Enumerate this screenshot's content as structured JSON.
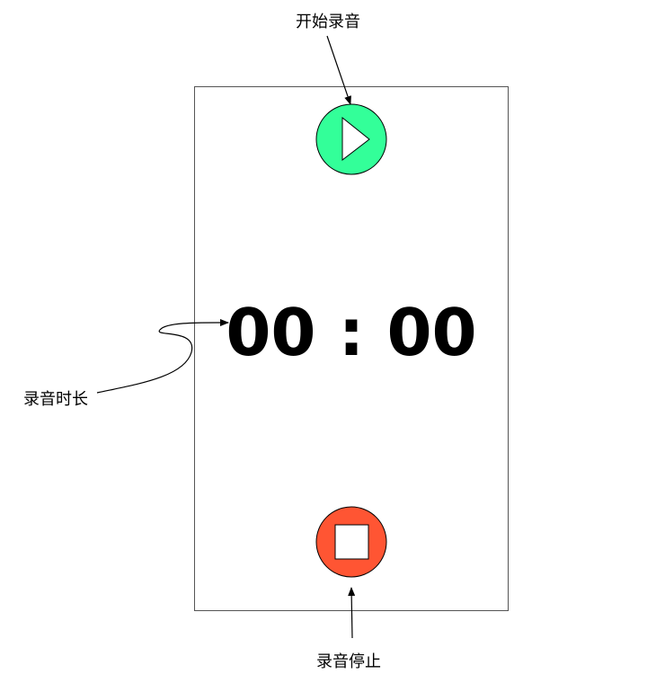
{
  "annotations": {
    "start_recording": "开始录音",
    "recording_duration": "录音时长",
    "stop_recording": "录音停止"
  },
  "timer": {
    "value": "00 : 00"
  },
  "colors": {
    "play_button": "#33ff99",
    "stop_button": "#ff5533",
    "frame_border": "#555555"
  },
  "icons": {
    "play": "play-icon",
    "stop": "stop-icon"
  }
}
